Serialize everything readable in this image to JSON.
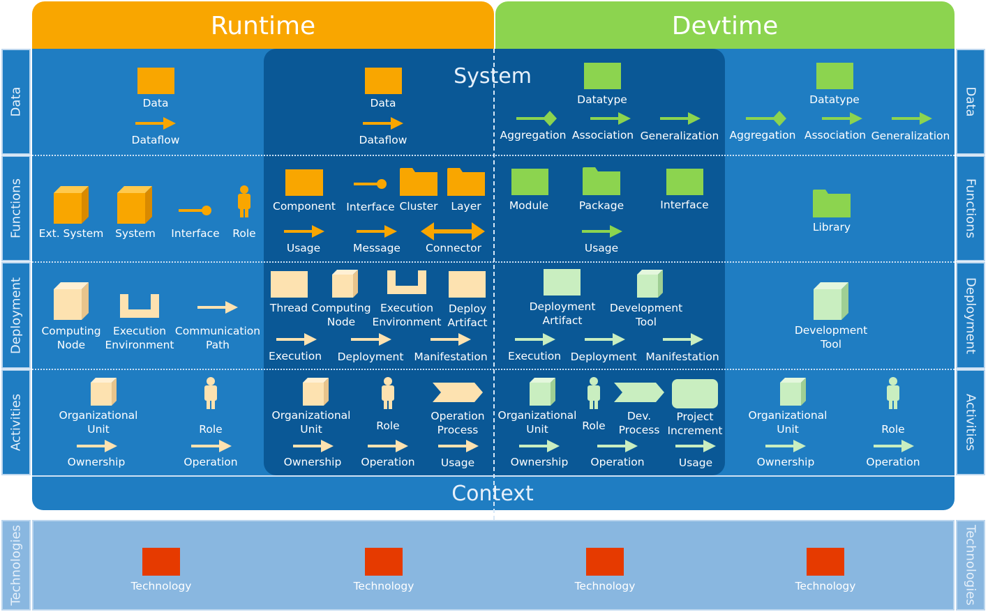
{
  "headers": {
    "runtime": "Runtime",
    "devtime": "Devtime",
    "system": "System",
    "context": "Context"
  },
  "rows": {
    "data": "Data",
    "functions": "Functions",
    "deployment": "Deployment",
    "activities": "Activities",
    "technologies": "Technologies"
  },
  "colors": {
    "runtime": "#f9a600",
    "devtime": "#8cd44f",
    "context_blue": "#1f7dc2",
    "system_blue": "#0a5896",
    "tech_band": "#89b7e0",
    "tech_red": "#e63a00"
  },
  "cells": {
    "data": {
      "context_runtime": [
        "Data",
        "Dataflow"
      ],
      "system_runtime": [
        "Data",
        "Dataflow"
      ],
      "system_devtime": [
        "Datatype",
        "Aggregation",
        "Association",
        "Generalization"
      ],
      "context_devtime": [
        "Datatype",
        "Aggregation",
        "Association",
        "Generalization"
      ]
    },
    "functions": {
      "context_runtime": [
        "Ext. System",
        "System",
        "Interface",
        "Role"
      ],
      "system_runtime": [
        "Component",
        "Interface",
        "Cluster",
        "Layer",
        "Usage",
        "Message",
        "Connector"
      ],
      "system_devtime": [
        "Module",
        "Package",
        "Interface",
        "Usage"
      ],
      "context_devtime": [
        "Library"
      ]
    },
    "deployment": {
      "context_runtime": [
        "Computing\nNode",
        "Execution\nEnvironment",
        "Communication\nPath"
      ],
      "system_runtime": [
        "Thread",
        "Computing\nNode",
        "Execution\nEnvironment",
        "Deploy\nArtifact",
        "Execution",
        "Deployment",
        "Manifestation"
      ],
      "system_devtime": [
        "Deployment\nArtifact",
        "Development\nTool",
        "Execution",
        "Deployment",
        "Manifestation"
      ],
      "context_devtime": [
        "Development\nTool"
      ]
    },
    "activities": {
      "context_runtime": [
        "Organizational\nUnit",
        "Role",
        "Ownership",
        "Operation"
      ],
      "system_runtime": [
        "Organizational\nUnit",
        "Role",
        "Operation\nProcess",
        "Ownership",
        "Operation",
        "Usage"
      ],
      "system_devtime": [
        "Organizational\nUnit",
        "Role",
        "Dev.\nProcess",
        "Project\nIncrement",
        "Ownership",
        "Operation",
        "Usage"
      ],
      "context_devtime": [
        "Organizational\nUnit",
        "Role",
        "Ownership",
        "Operation"
      ]
    },
    "technologies": [
      "Technology",
      "Technology",
      "Technology",
      "Technology"
    ]
  }
}
